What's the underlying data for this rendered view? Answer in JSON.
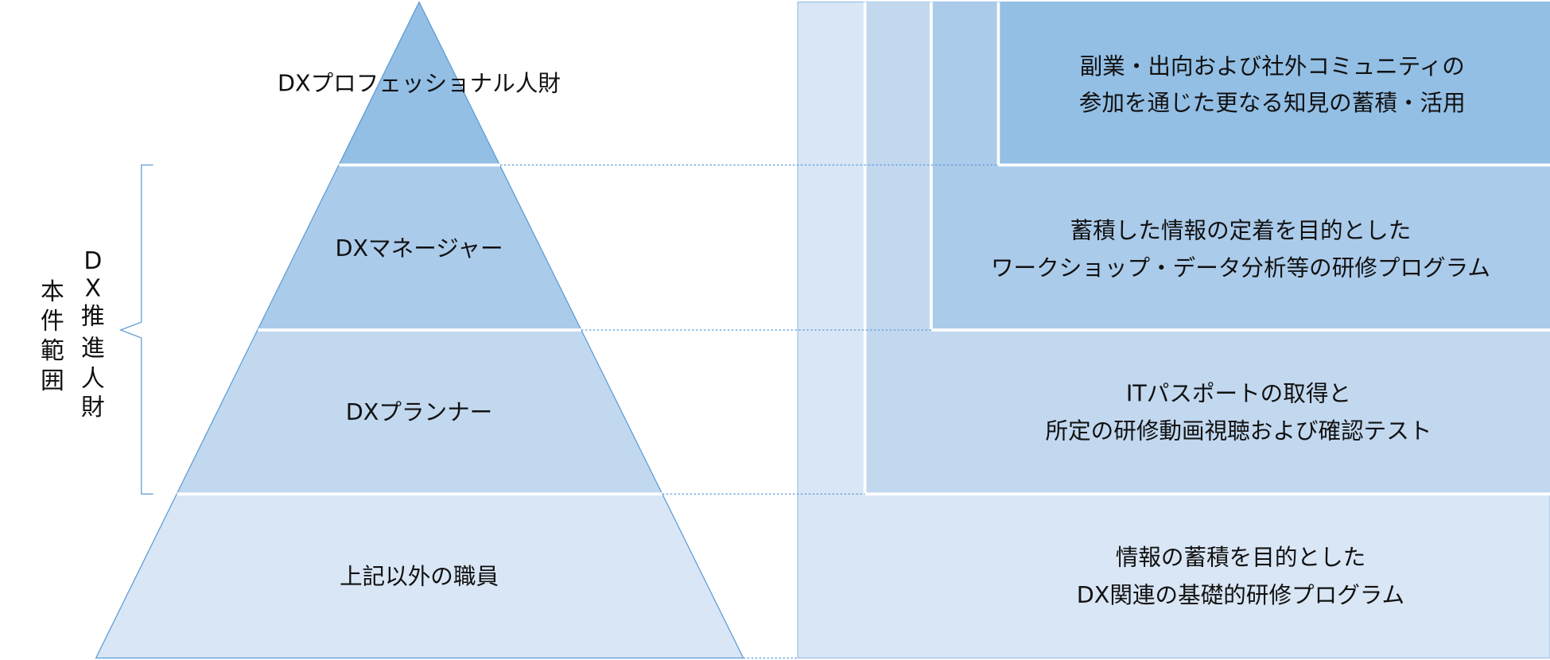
{
  "colors": {
    "tier1": "#93bfe5",
    "tier2": "#abcbea",
    "tier3": "#c2d8ef",
    "tier4": "#d9e6f5",
    "line": "#5b9bd5"
  },
  "pyramid": {
    "tiers": [
      {
        "label": "DXプロフェッショナル人財"
      },
      {
        "label": "DXマネージャー"
      },
      {
        "label": "DXプランナー"
      },
      {
        "label": "上記以外の職員"
      }
    ]
  },
  "bracket": {
    "group_label": [
      "D",
      "X",
      "推",
      "進",
      "人",
      "財"
    ],
    "scope_label": [
      "本",
      "件",
      "範",
      "囲"
    ]
  },
  "programs": [
    {
      "lines": [
        "副業・出向および社外コミュニティの",
        "参加を通じた更なる知見の蓄積・活用"
      ]
    },
    {
      "lines": [
        "蓄積した情報の定着を目的とした",
        "ワークショップ・データ分析等の研修プログラム"
      ]
    },
    {
      "lines": [
        "ITパスポートの取得と",
        "所定の研修動画視聴および確認テスト"
      ]
    },
    {
      "lines": [
        "情報の蓄積を目的とした",
        "DX関連の基礎的研修プログラム"
      ]
    }
  ]
}
